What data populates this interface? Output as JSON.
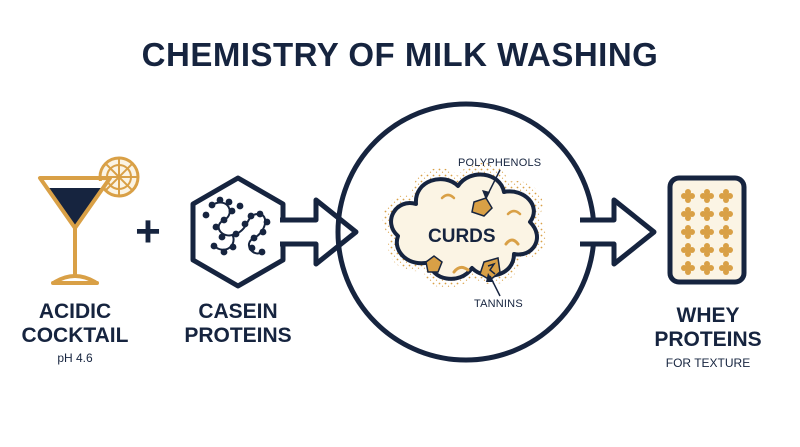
{
  "title": "CHEMISTRY OF MILK WASHING",
  "colors": {
    "navy": "#16243f",
    "gold": "#d9a046",
    "cream": "#fbf4e4"
  },
  "steps": {
    "cocktail": {
      "line1": "ACIDIC",
      "line2": "COCKTAIL",
      "sub": "pH 4.6",
      "icon": "martini-glass-icon"
    },
    "operator": "+",
    "casein": {
      "line1": "CASEIN",
      "line2": "PROTEINS",
      "icon": "casein-molecule-icon"
    },
    "curds": {
      "label": "CURDS",
      "annotation_top": "POLYPHENOLS",
      "annotation_bottom": "TANNINS",
      "icon": "curd-cloud-icon"
    },
    "whey": {
      "line1": "WHEY",
      "line2": "PROTEINS",
      "sub": "FOR TEXTURE",
      "icon": "whey-card-icon"
    }
  }
}
